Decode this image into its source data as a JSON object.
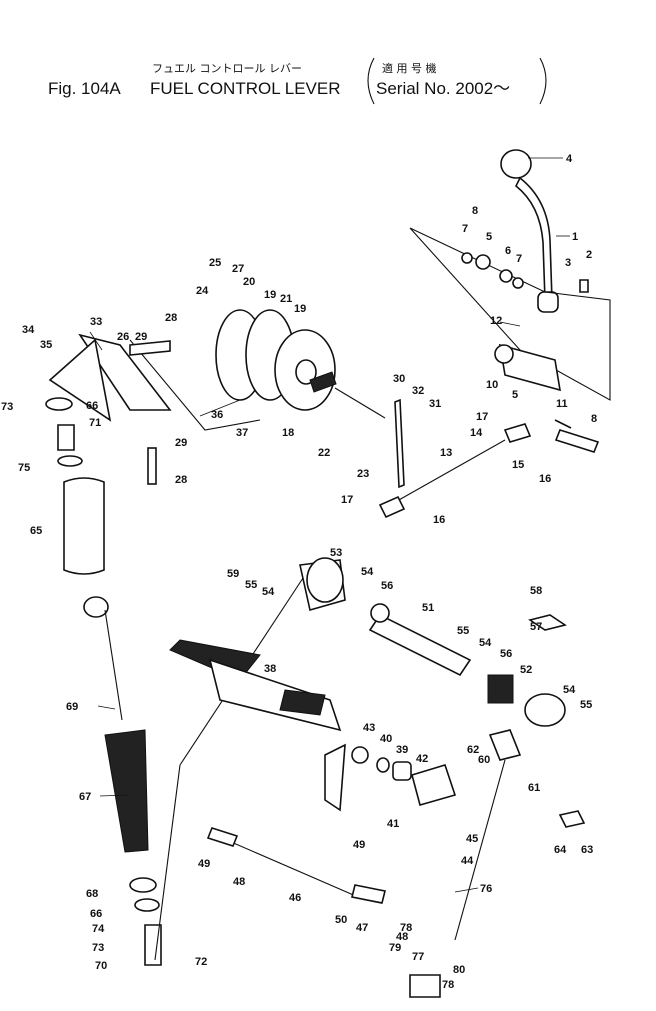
{
  "title": {
    "japanese": "フュエル コントロール レバー",
    "serial_japanese": "適 用 号 機",
    "figure": "Fig. 104A",
    "name": "FUEL CONTROL LEVER",
    "serial": "Serial No. 2002～"
  },
  "callouts": [
    {
      "id": "c4",
      "text": "4"
    },
    {
      "id": "c8a",
      "text": "8"
    },
    {
      "id": "c1",
      "text": "1"
    },
    {
      "id": "c7a",
      "text": "7"
    },
    {
      "id": "c5a",
      "text": "5"
    },
    {
      "id": "c6",
      "text": "6"
    },
    {
      "id": "c7b",
      "text": "7"
    },
    {
      "id": "c2",
      "text": "2"
    },
    {
      "id": "c3",
      "text": "3"
    },
    {
      "id": "c12",
      "text": "12"
    },
    {
      "id": "c10",
      "text": "10"
    },
    {
      "id": "c5b",
      "text": "5"
    },
    {
      "id": "c11",
      "text": "11"
    },
    {
      "id": "c8b",
      "text": "8"
    },
    {
      "id": "c17a",
      "text": "17"
    },
    {
      "id": "c14",
      "text": "14"
    },
    {
      "id": "c15",
      "text": "15"
    },
    {
      "id": "c13",
      "text": "13"
    },
    {
      "id": "c16a",
      "text": "16"
    },
    {
      "id": "c17b",
      "text": "17"
    },
    {
      "id": "c16b",
      "text": "16"
    },
    {
      "id": "c25",
      "text": "25"
    },
    {
      "id": "c27",
      "text": "27"
    },
    {
      "id": "c20",
      "text": "20"
    },
    {
      "id": "c19a",
      "text": "19"
    },
    {
      "id": "c21",
      "text": "21"
    },
    {
      "id": "c19b",
      "text": "19"
    },
    {
      "id": "c24",
      "text": "24"
    },
    {
      "id": "c28a",
      "text": "28"
    },
    {
      "id": "c26",
      "text": "26"
    },
    {
      "id": "c29a",
      "text": "29"
    },
    {
      "id": "c33",
      "text": "33"
    },
    {
      "id": "c34",
      "text": "34"
    },
    {
      "id": "c35",
      "text": "35"
    },
    {
      "id": "c73a",
      "text": "73"
    },
    {
      "id": "c66a",
      "text": "66"
    },
    {
      "id": "c71",
      "text": "71"
    },
    {
      "id": "c36",
      "text": "36"
    },
    {
      "id": "c37",
      "text": "37"
    },
    {
      "id": "c18",
      "text": "18"
    },
    {
      "id": "c22",
      "text": "22"
    },
    {
      "id": "c23",
      "text": "23"
    },
    {
      "id": "c30",
      "text": "30"
    },
    {
      "id": "c32",
      "text": "32"
    },
    {
      "id": "c31",
      "text": "31"
    },
    {
      "id": "c29b",
      "text": "29"
    },
    {
      "id": "c75",
      "text": "75"
    },
    {
      "id": "c28b",
      "text": "28"
    },
    {
      "id": "c65",
      "text": "65"
    },
    {
      "id": "c59",
      "text": "59"
    },
    {
      "id": "c55a",
      "text": "55"
    },
    {
      "id": "c54a",
      "text": "54"
    },
    {
      "id": "c53",
      "text": "53"
    },
    {
      "id": "c54b",
      "text": "54"
    },
    {
      "id": "c56a",
      "text": "56"
    },
    {
      "id": "c51",
      "text": "51"
    },
    {
      "id": "c58",
      "text": "58"
    },
    {
      "id": "c57",
      "text": "57"
    },
    {
      "id": "c55b",
      "text": "55"
    },
    {
      "id": "c54c",
      "text": "54"
    },
    {
      "id": "c56b",
      "text": "56"
    },
    {
      "id": "c52",
      "text": "52"
    },
    {
      "id": "c54d",
      "text": "54"
    },
    {
      "id": "c55c",
      "text": "55"
    },
    {
      "id": "c38",
      "text": "38"
    },
    {
      "id": "c69",
      "text": "69"
    },
    {
      "id": "c43",
      "text": "43"
    },
    {
      "id": "c40",
      "text": "40"
    },
    {
      "id": "c39",
      "text": "39"
    },
    {
      "id": "c42",
      "text": "42"
    },
    {
      "id": "c62",
      "text": "62"
    },
    {
      "id": "c60",
      "text": "60"
    },
    {
      "id": "c61",
      "text": "61"
    },
    {
      "id": "c67",
      "text": "67"
    },
    {
      "id": "c41",
      "text": "41"
    },
    {
      "id": "c45",
      "text": "45"
    },
    {
      "id": "c49a",
      "text": "49"
    },
    {
      "id": "c49b",
      "text": "49"
    },
    {
      "id": "c48a",
      "text": "48"
    },
    {
      "id": "c44",
      "text": "44"
    },
    {
      "id": "c64",
      "text": "64"
    },
    {
      "id": "c63",
      "text": "63"
    },
    {
      "id": "c46",
      "text": "46"
    },
    {
      "id": "c76",
      "text": "76"
    },
    {
      "id": "c68",
      "text": "68"
    },
    {
      "id": "c66b",
      "text": "66"
    },
    {
      "id": "c74",
      "text": "74"
    },
    {
      "id": "c50",
      "text": "50"
    },
    {
      "id": "c47",
      "text": "47"
    },
    {
      "id": "c78a",
      "text": "78"
    },
    {
      "id": "c48b",
      "text": "48"
    },
    {
      "id": "c73b",
      "text": "73"
    },
    {
      "id": "c79",
      "text": "79"
    },
    {
      "id": "c77",
      "text": "77"
    },
    {
      "id": "c80",
      "text": "80"
    },
    {
      "id": "c72",
      "text": "72"
    },
    {
      "id": "c70",
      "text": "70"
    },
    {
      "id": "c78b",
      "text": "78"
    }
  ]
}
